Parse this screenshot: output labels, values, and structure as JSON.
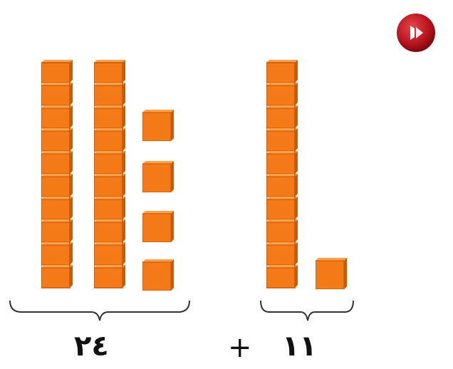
{
  "left_group": {
    "number": "٢٤",
    "tens_rods": 2,
    "ones_cubes": 4
  },
  "operator": "+",
  "right_group": {
    "number": "١١",
    "tens_rods": 1,
    "ones_cubes": 1
  },
  "colors": {
    "block_fill": "#f47a18",
    "block_edge": "#c95a06",
    "block_top": "#ffa04a",
    "brace": "#333333",
    "badge": "#b5121b"
  },
  "badge_icon": "media-play-badge-icon"
}
